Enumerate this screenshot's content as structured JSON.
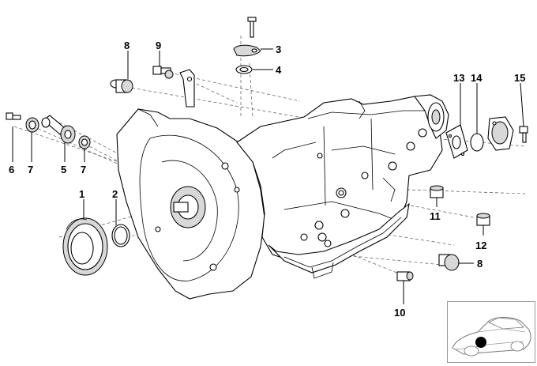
{
  "diagram": {
    "callouts": [
      {
        "id": "c1",
        "text": "1"
      },
      {
        "id": "c2",
        "text": "2"
      },
      {
        "id": "c3",
        "text": "3"
      },
      {
        "id": "c4",
        "text": "4"
      },
      {
        "id": "c5",
        "text": "5"
      },
      {
        "id": "c6",
        "text": "6"
      },
      {
        "id": "c7a",
        "text": "7"
      },
      {
        "id": "c7b",
        "text": "7"
      },
      {
        "id": "c8a",
        "text": "8"
      },
      {
        "id": "c8b",
        "text": "8"
      },
      {
        "id": "c9",
        "text": "9"
      },
      {
        "id": "c10",
        "text": "10"
      },
      {
        "id": "c11",
        "text": "11"
      },
      {
        "id": "c12",
        "text": "12"
      },
      {
        "id": "c13",
        "text": "13"
      },
      {
        "id": "c14",
        "text": "14"
      },
      {
        "id": "c15",
        "text": "15"
      }
    ],
    "inset": {
      "icon": "car-location-icon",
      "marker_color": "#000000"
    }
  }
}
